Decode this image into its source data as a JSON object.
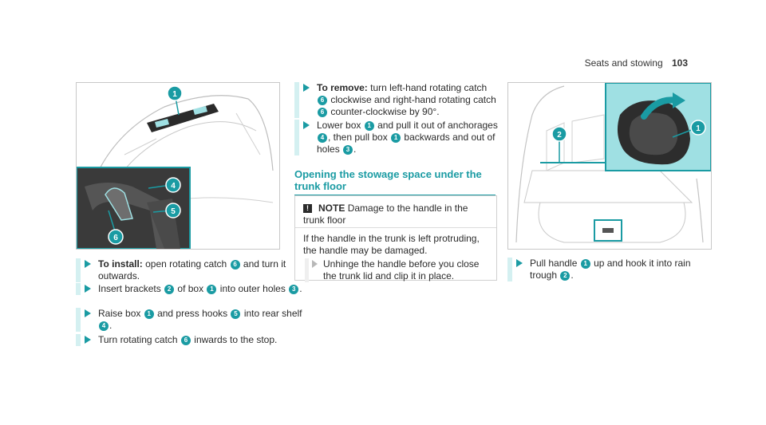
{
  "header": {
    "section": "Seats and stowing",
    "page": "103"
  },
  "figures": {
    "left": {
      "callouts": [
        "1",
        "4",
        "5",
        "6"
      ]
    },
    "right": {
      "callouts": [
        "2",
        "1"
      ]
    }
  },
  "install": {
    "steps": [
      {
        "label": "To install:",
        "parts": [
          "open rotating catch",
          "6",
          "and turn it outwards."
        ]
      },
      {
        "parts": [
          "Insert brackets",
          "2",
          "of box",
          "1",
          "into outer holes",
          "3",
          "."
        ]
      },
      {
        "parts": [
          "Raise box",
          "1",
          "and press hooks",
          "5",
          "into rear shelf",
          "4",
          "."
        ]
      },
      {
        "parts": [
          "Turn rotating catch",
          "6",
          "inwards to the stop."
        ]
      }
    ]
  },
  "remove": {
    "steps": [
      {
        "label": "To remove:",
        "parts": [
          "turn left-hand rotating catch",
          "6",
          "clockwise and right-hand rotating catch",
          "6",
          "counter-clockwise by 90°."
        ]
      },
      {
        "parts": [
          "Lower box",
          "1",
          "and pull it out of anchorages",
          "4",
          ", then pull box",
          "1",
          "backwards and out of holes",
          "3",
          "."
        ]
      }
    ]
  },
  "section_title": "Opening the stowage space under the trunk floor",
  "note": {
    "label": "NOTE",
    "head": "Damage to the handle in the trunk floor",
    "para": "If the handle in the trunk is left protruding, the handle may be damaged.",
    "action": "Unhinge the handle before you close the trunk lid and clip it in place."
  },
  "pull": {
    "parts": [
      "Pull handle",
      "1",
      "up and hook it into rain trough",
      "2",
      "."
    ]
  },
  "colors": {
    "accent": "#1a9ba3",
    "accent_light": "#d4f0f1",
    "highlight_fill": "#9fe0e3"
  }
}
